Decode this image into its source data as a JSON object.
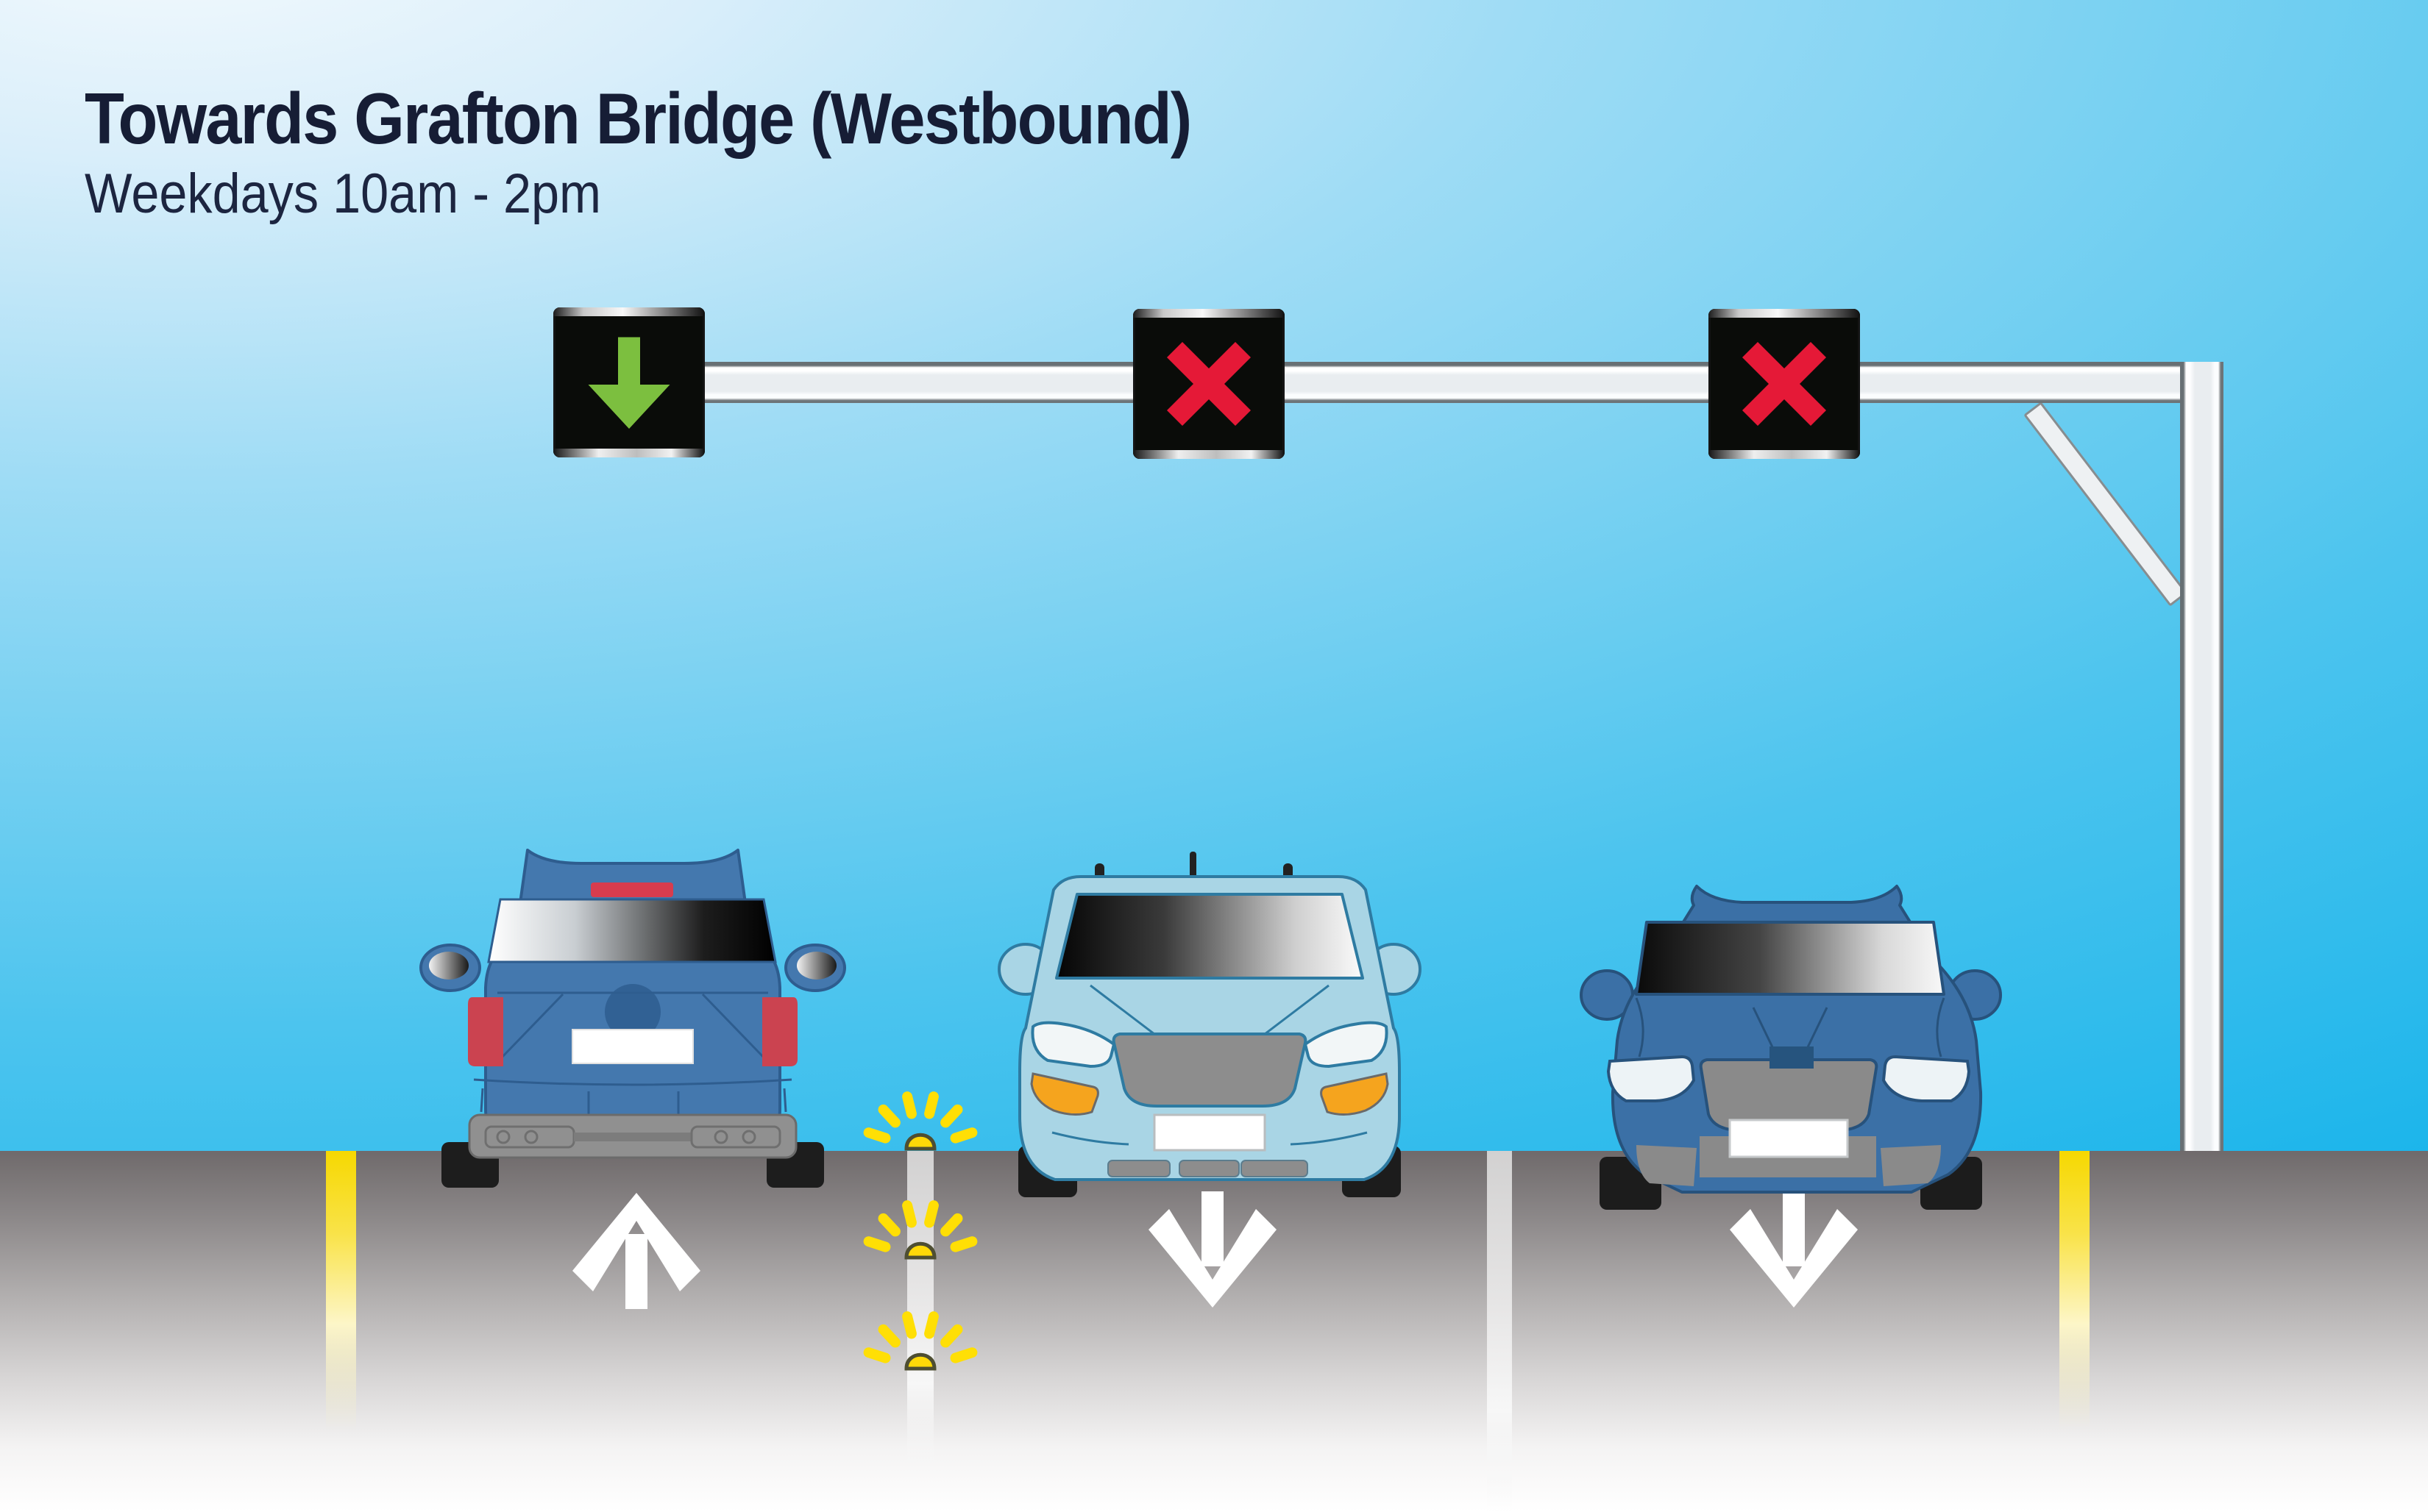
{
  "header": {
    "title": "Towards Grafton Bridge (Westbound)",
    "subtitle": "Weekdays 10am - 2pm"
  },
  "gantry": {
    "signals": [
      {
        "lane": 1,
        "glyph": "green-down-arrow",
        "meaning": "lane open"
      },
      {
        "lane": 2,
        "glyph": "red-x",
        "meaning": "lane closed"
      },
      {
        "lane": 3,
        "glyph": "red-x",
        "meaning": "lane closed"
      }
    ]
  },
  "road": {
    "lanes": [
      {
        "id": 1,
        "surface_marking": "white-up-arrow",
        "vehicle": "dark-blue car, rear view"
      },
      {
        "id": 2,
        "surface_marking": "white-down-arrow",
        "vehicle": "light-blue car, front view"
      },
      {
        "id": 3,
        "surface_marking": "white-down-arrow",
        "vehicle": "dark-blue SUV, front view"
      }
    ],
    "dividers": [
      {
        "between": "lane1-lane2",
        "type": "white line with yellow cat-eye reflectors",
        "cat_eye_count": 3
      },
      {
        "between": "lane2-lane3",
        "type": "white line"
      }
    ],
    "edge_lines": {
      "left": "yellow",
      "right": "yellow"
    }
  },
  "colors": {
    "sky_light": "#f4fafd",
    "sky_blue": "#12b2ea",
    "title_navy": "#161d35",
    "signal_box": "#0a0c09",
    "signal_green": "#7cbf3f",
    "signal_red": "#e51937",
    "road_top_gray": "#6f6a6b",
    "lane_yellow": "#f6d801",
    "car1_body": "#4478ae",
    "car2_body": "#a9d5e5",
    "car3_body": "#3b70a6"
  }
}
